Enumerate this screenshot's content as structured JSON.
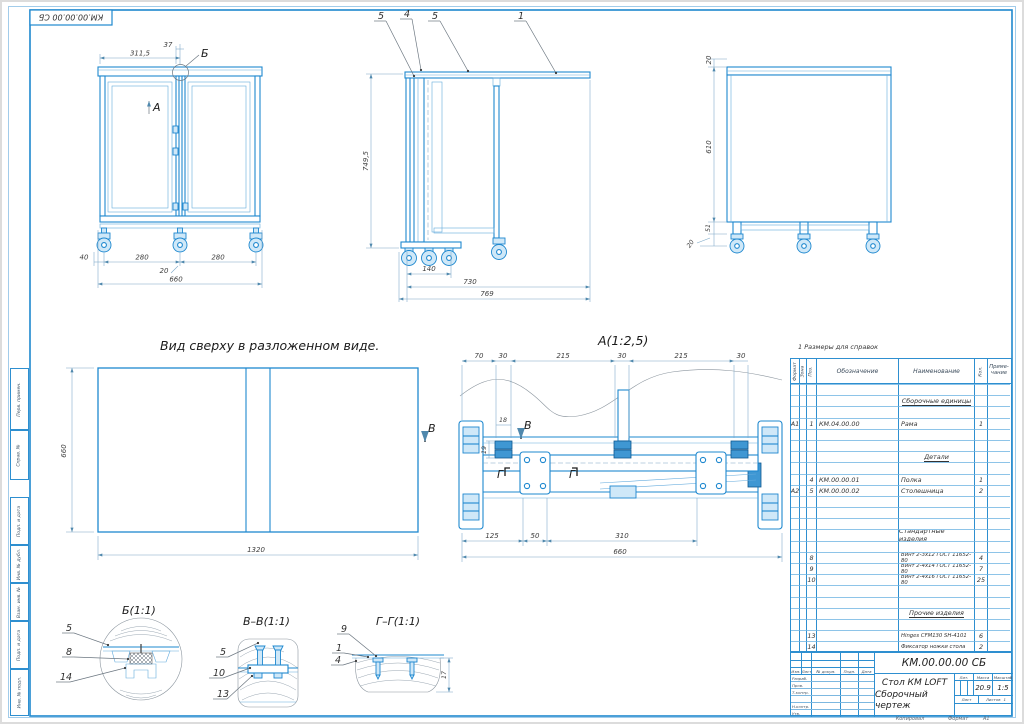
{
  "sheet": {
    "stamp": "КМ.00.00.00 СБ",
    "note": "1 Размеры для справок",
    "copied_label": "Копировал",
    "format_label": "Формат",
    "format_value": "А1",
    "accent_color": "#1e88cf"
  },
  "margin_labels": {
    "perv_primen": "Перв. примен.",
    "sprav_no": "Справ. №",
    "podp_data_1": "Подп. и дата",
    "inv_dubl": "Инв. № дубл.",
    "vzam_inv": "Взам. инв. №",
    "podp_data_2": "Подп. и дата",
    "inv_podl": "Инв. № подл."
  },
  "views": {
    "front": {
      "dim_width_half": "311,5",
      "dim_gap": "37",
      "detail_marker": "Б",
      "view_arrow": "А",
      "dim_40": "40",
      "dim_280a": "280",
      "dim_20": "20",
      "dim_280b": "280",
      "dim_660": "660"
    },
    "side": {
      "callout_5a": "5",
      "callout_4": "4",
      "callout_5b": "5",
      "callout_1": "1",
      "dim_height": "749,5",
      "dim_140": "140",
      "dim_730": "730",
      "dim_769": "769"
    },
    "end": {
      "dim_20_top": "20",
      "dim_610": "610",
      "dim_51": "51",
      "dim_20_bottom": "20"
    },
    "top_unfolded": {
      "title": "Вид сверху в разложенном виде.",
      "dim_660": "660",
      "dim_1320": "1320",
      "section_marker": "В"
    },
    "detail_a": {
      "title": "А(1:2,5)",
      "dims_top": [
        "70",
        "30",
        "215",
        "30",
        "215",
        "30"
      ],
      "dim_18": "18",
      "dim_19": "19",
      "section_b": "В",
      "section_g1": "Г",
      "section_g2": "Г",
      "dims_bottom": [
        "125",
        "50",
        "310"
      ],
      "dim_660": "660"
    },
    "detail_b": {
      "title": "Б(1:1)",
      "callouts": [
        "5",
        "8",
        "14"
      ]
    },
    "detail_v": {
      "title": "В–В(1:1)",
      "callouts": [
        "5",
        "10",
        "13"
      ]
    },
    "detail_g": {
      "title": "Г–Г(1:1)",
      "callouts": [
        "9",
        "1",
        "4"
      ],
      "dim_17": "17"
    }
  },
  "spec_table": {
    "headers": {
      "format": "Формат",
      "zone": "Зона",
      "pos": "Поз.",
      "designation": "Обозначение",
      "name": "Наименование",
      "qty": "Кол.",
      "note": "Приме-\nчание"
    },
    "rows": [
      {},
      {
        "s": true,
        "n": "Сборочные единицы"
      },
      {},
      {
        "f": "А1",
        "p": "1",
        "d": "КМ.04.00.00",
        "n": "Рама",
        "q": "1"
      },
      {},
      {},
      {
        "s": true,
        "n": "Детали"
      },
      {},
      {
        "p": "4",
        "d": "КМ.00.00.01",
        "n": "Полка",
        "q": "1"
      },
      {
        "f": "А2",
        "p": "5",
        "d": "КМ.00.00.02",
        "n": "Столешница",
        "q": "2"
      },
      {},
      {},
      {},
      {
        "s": true,
        "n": "Стандартные изделия"
      },
      {},
      {
        "p": "8",
        "n": "Винт 2-3х12 ГОСТ 11652-80",
        "q": "4"
      },
      {
        "p": "9",
        "n": "Винт 2-4х14 ГОСТ 11652-80",
        "q": "7"
      },
      {
        "p": "10",
        "n": "Винт 2-4х16 ГОСТ 11652-80",
        "q": "25"
      },
      {},
      {},
      {
        "s": true,
        "n": "Прочие изделия"
      },
      {},
      {
        "p": "13",
        "n": "Hinges CFM130 SH-4101",
        "q": "6"
      },
      {
        "p": "14",
        "n": "Фиксатор ножки стола",
        "q": "2"
      }
    ]
  },
  "title_block": {
    "designation": "КМ.00.00.00 СБ",
    "product_name": "Стол КМ LOFT",
    "doc_type": "Сборочный чертеж",
    "cols": {
      "izm": "Изм.",
      "list": "Лист",
      "doc_no": "№ докум.",
      "podp": "Подп.",
      "data": "Дата"
    },
    "roles": {
      "r0": "Разраб.",
      "r1": "Пров.",
      "r2": "Т.контр.",
      "r3": "",
      "r4": "Н.контр.",
      "r5": "Утв."
    },
    "lit_label": "Лит.",
    "mass_label": "Масса",
    "scale_label": "Масштаб",
    "mass_value": "20.9",
    "scale_value": "1:5",
    "sheet_label": "Лист",
    "sheets_label": "Листов",
    "sheets_value": "1"
  }
}
